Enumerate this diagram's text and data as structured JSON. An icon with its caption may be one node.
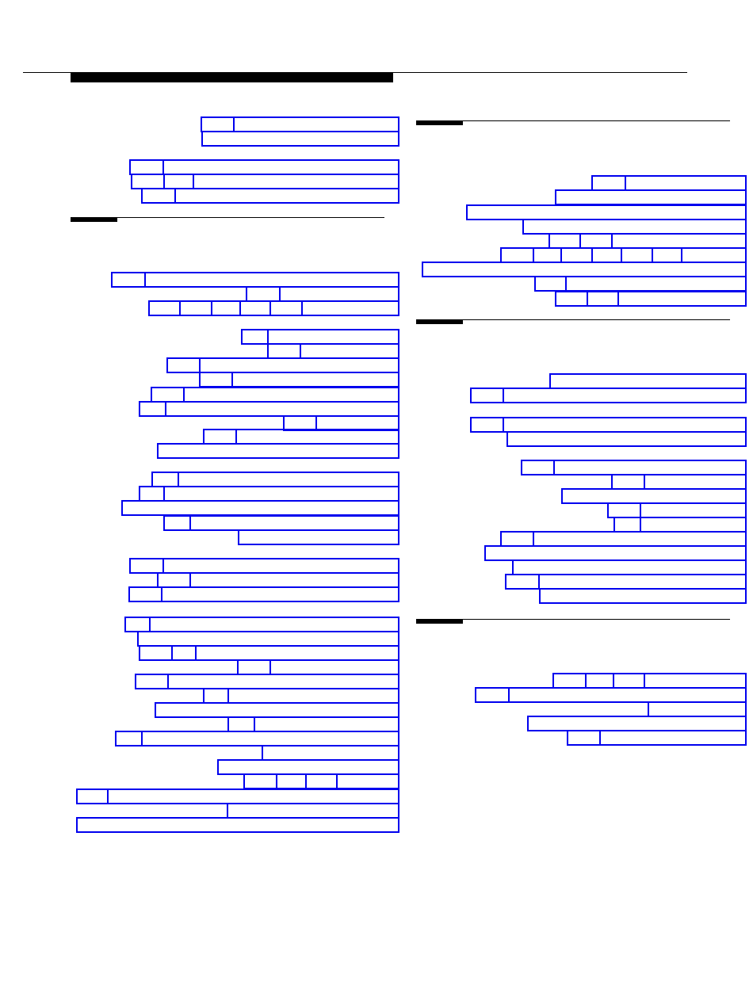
{
  "diagram": {
    "nodes": [
      {
        "text": [],
        "shape": "box"
      },
      {
        "text": [],
        "shape": "box"
      },
      {
        "text": [],
        "shape": "box"
      },
      {
        "text": [],
        "shape": "box"
      },
      {
        "text": [],
        "shape": "box"
      },
      {
        "text": [],
        "shape": "box"
      },
      {
        "text": [],
        "shape": "box"
      },
      {
        "text": [],
        "shape": "box"
      },
      {
        "text": [],
        "shape": "box"
      },
      {
        "text": [],
        "shape": "box"
      },
      {
        "text": [],
        "shape": "box"
      },
      {
        "text": [],
        "shape": "box"
      },
      {
        "text": [],
        "shape": "box"
      },
      {
        "text": [],
        "shape": "box"
      },
      {
        "text": [],
        "shape": "box"
      },
      {
        "text": [],
        "shape": "box"
      },
      {
        "text": [],
        "shape": "box"
      },
      {
        "text": [],
        "shape": "box"
      },
      {
        "text": [],
        "shape": "box"
      },
      {
        "text": [],
        "shape": "box"
      },
      {
        "text": [],
        "shape": "box"
      },
      {
        "text": [],
        "shape": "box"
      },
      {
        "text": [],
        "shape": "box"
      },
      {
        "text": [],
        "shape": "box"
      },
      {
        "text": [],
        "shape": "box"
      },
      {
        "text": [],
        "shape": "box"
      },
      {
        "text": [],
        "shape": "box"
      },
      {
        "text": [],
        "shape": "box"
      },
      {
        "text": [],
        "shape": "box"
      },
      {
        "text": [],
        "shape": "box"
      },
      {
        "text": [],
        "shape": "box"
      },
      {
        "text": [],
        "shape": "box"
      },
      {
        "text": [],
        "shape": "box"
      },
      {
        "text": [],
        "shape": "box"
      },
      {
        "text": [],
        "shape": "box"
      },
      {
        "text": [],
        "shape": "box"
      },
      {
        "text": [],
        "shape": "box"
      },
      {
        "text": [],
        "shape": "box"
      },
      {
        "text": [],
        "shape": "box"
      },
      {
        "text": [],
        "shape": "box"
      },
      {
        "text": [],
        "shape": "box"
      },
      {
        "text": [],
        "shape": "box"
      },
      {
        "text": [],
        "shape": "box"
      },
      {
        "text": [],
        "shape": "box"
      },
      {
        "text": [],
        "shape": "box"
      },
      {
        "text": [],
        "shape": "box"
      },
      {
        "text": [],
        "shape": "box"
      },
      {
        "text": [],
        "shape": "box"
      },
      {
        "text": [],
        "shape": "box"
      },
      {
        "text": [],
        "shape": "box"
      },
      {
        "text": [],
        "shape": "box"
      },
      {
        "text": [],
        "shape": "box"
      },
      {
        "text": [],
        "shape": "box"
      },
      {
        "text": [],
        "shape": "box"
      },
      {
        "text": [],
        "shape": "box"
      },
      {
        "text": [],
        "shape": "box"
      },
      {
        "text": [],
        "shape": "box"
      },
      {
        "text": [],
        "shape": "box"
      },
      {
        "text": [],
        "shape": "box"
      },
      {
        "text": [],
        "shape": "box"
      },
      {
        "text": [],
        "shape": "box"
      },
      {
        "text": [],
        "shape": "box"
      },
      {
        "text": [],
        "shape": "box"
      },
      {
        "text": [],
        "shape": "box"
      },
      {
        "text": [],
        "shape": "box"
      },
      {
        "text": [],
        "shape": "box"
      },
      {
        "text": [],
        "shape": "box"
      },
      {
        "text": [],
        "shape": "box"
      },
      {
        "text": [],
        "shape": "box"
      },
      {
        "text": [],
        "shape": "box"
      },
      {
        "text": [],
        "shape": "box"
      },
      {
        "text": [],
        "shape": "box"
      },
      {
        "text": [],
        "shape": "box"
      },
      {
        "text": [],
        "shape": "box"
      },
      {
        "text": [],
        "shape": "box"
      },
      {
        "text": [],
        "shape": "box"
      },
      {
        "text": [],
        "shape": "box"
      },
      {
        "text": [],
        "shape": "box"
      },
      {
        "text": [],
        "shape": "box"
      },
      {
        "text": [],
        "shape": "box"
      },
      {
        "text": [],
        "shape": "box"
      },
      {
        "text": [],
        "shape": "box"
      },
      {
        "text": [],
        "shape": "box"
      },
      {
        "text": [],
        "shape": "box"
      },
      {
        "text": [],
        "shape": "box"
      },
      {
        "text": [],
        "shape": "box"
      },
      {
        "text": [],
        "shape": "box"
      },
      {
        "text": [],
        "shape": "box"
      },
      {
        "text": [],
        "shape": "box"
      },
      {
        "text": [],
        "shape": "box"
      },
      {
        "text": [],
        "shape": "box"
      },
      {
        "text": [],
        "shape": "box"
      },
      {
        "text": [],
        "shape": "box"
      },
      {
        "text": [],
        "shape": "box"
      },
      {
        "text": [],
        "shape": "box"
      },
      {
        "text": [],
        "shape": "box"
      },
      {
        "text": [],
        "shape": "box"
      },
      {
        "text": [],
        "shape": "box"
      },
      {
        "text": [],
        "shape": "box"
      },
      {
        "text": [],
        "shape": "box"
      },
      {
        "text": [],
        "shape": "box"
      },
      {
        "text": [],
        "shape": "box"
      },
      {
        "text": [],
        "shape": "box"
      },
      {
        "text": [],
        "shape": "box"
      },
      {
        "text": [],
        "shape": "box"
      },
      {
        "text": [],
        "shape": "box"
      },
      {
        "text": [],
        "shape": "box"
      },
      {
        "text": [],
        "shape": "box"
      },
      {
        "text": [],
        "shape": "box"
      },
      {
        "text": [],
        "shape": "box"
      },
      {
        "text": [],
        "shape": "box"
      },
      {
        "text": [],
        "shape": "box"
      },
      {
        "text": [],
        "shape": "box"
      },
      {
        "text": [],
        "shape": "box"
      },
      {
        "text": [],
        "shape": "box"
      },
      {
        "text": [],
        "shape": "box"
      },
      {
        "text": [],
        "shape": "box"
      },
      {
        "text": [],
        "shape": "box"
      },
      {
        "text": [],
        "shape": "box"
      },
      {
        "text": [],
        "shape": "box"
      },
      {
        "text": [],
        "shape": "box"
      },
      {
        "text": [],
        "shape": "box"
      },
      {
        "text": [],
        "shape": "box"
      },
      {
        "text": [],
        "shape": "box"
      },
      {
        "text": [],
        "shape": "box"
      },
      {
        "text": [],
        "shape": "box"
      },
      {
        "text": [],
        "shape": "box"
      },
      {
        "text": [],
        "shape": "box"
      },
      {
        "text": [],
        "shape": "box"
      },
      {
        "text": [],
        "shape": "box"
      },
      {
        "text": [],
        "shape": "box"
      }
    ]
  }
}
